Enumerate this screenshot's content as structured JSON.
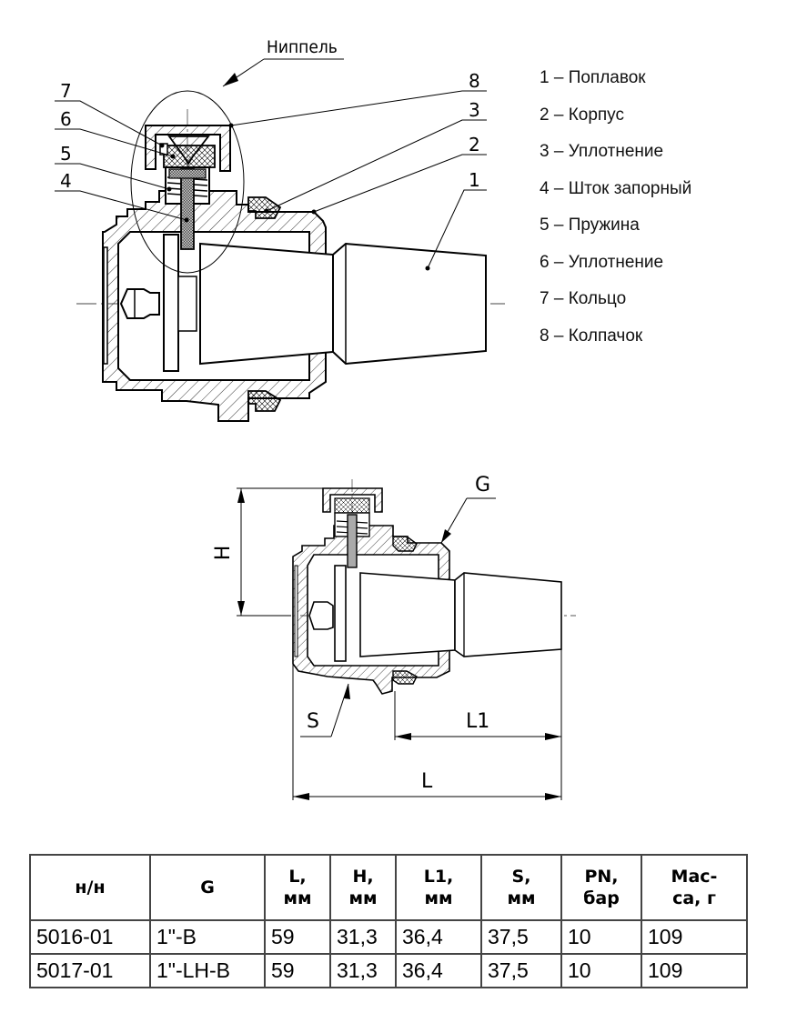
{
  "drawing_top": {
    "callout_label": "Ниппель",
    "part_numbers": [
      "1",
      "2",
      "3",
      "4",
      "5",
      "6",
      "7",
      "8"
    ]
  },
  "legend": {
    "items": [
      {
        "num": "1",
        "text": "1 – Поплавок"
      },
      {
        "num": "2",
        "text": "2 – Корпус"
      },
      {
        "num": "3",
        "text": "3 – Уплотнение"
      },
      {
        "num": "4",
        "text": "4 – Шток запорный"
      },
      {
        "num": "5",
        "text": "5 – Пружина"
      },
      {
        "num": "6",
        "text": "6 – Уплотнение"
      },
      {
        "num": "7",
        "text": "7 – Кольцо"
      },
      {
        "num": "8",
        "text": "8 – Колпачок"
      }
    ]
  },
  "drawing_bottom": {
    "dim_labels": {
      "G": "G",
      "H": "H",
      "S": "S",
      "L1": "L1",
      "L": "L"
    }
  },
  "spec_table": {
    "headers": [
      {
        "line1": "н/н",
        "line2": ""
      },
      {
        "line1": "G",
        "line2": ""
      },
      {
        "line1": "L,",
        "line2": "мм"
      },
      {
        "line1": "H,",
        "line2": "мм"
      },
      {
        "line1": "L1,",
        "line2": "мм"
      },
      {
        "line1": "S,",
        "line2": "мм"
      },
      {
        "line1": "PN,",
        "line2": "бар"
      },
      {
        "line1": "Мас-",
        "line2": "са, г"
      }
    ],
    "rows": [
      [
        "5016-01",
        "1\"-B",
        "59",
        "31,3",
        "36,4",
        "37,5",
        "10",
        "109"
      ],
      [
        "5017-01",
        "1\"-LH-B",
        "59",
        "31,3",
        "36,4",
        "37,5",
        "10",
        "109"
      ]
    ]
  }
}
